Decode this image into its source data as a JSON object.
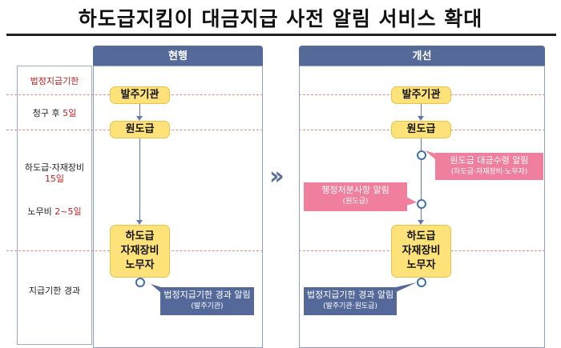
{
  "title": "하도급지킴이 대금지급 사전 알림 서비스 확대",
  "panels": {
    "current": {
      "header": "현행"
    },
    "improved": {
      "header": "개선"
    }
  },
  "row_labels": [
    "법정지급기한",
    "청구 후",
    "5일",
    "하도급·자재장비",
    "15일",
    "노무비",
    "2~5일",
    "지급기한 경과"
  ],
  "nodes": {
    "ordering_agency": "발주기관",
    "prime_contractor": "원도급",
    "sub_line1": "하도급",
    "sub_line2": "자재장비",
    "sub_line3": "노무자"
  },
  "notes": {
    "current_overdue_main": "법정지급기한 경과 알림",
    "current_overdue_sub": "(발주기관)",
    "improved_receipt_main": "원도급 대금수령 알림",
    "improved_receipt_sub": "(하도급·자재장비·노무자)",
    "improved_admin_main": "행정처분사항 알림",
    "improved_admin_sub": "(원도급)",
    "improved_overdue_main": "법정지급기한 경과 알림",
    "improved_overdue_sub": "(발주기관·원도급)"
  },
  "colors": {
    "header": "#566a9a",
    "node_fill": "#fde27a",
    "blue_note": "#55689a",
    "pink_note": "#ef7f9d",
    "emphasis_text": "#c0201f"
  }
}
